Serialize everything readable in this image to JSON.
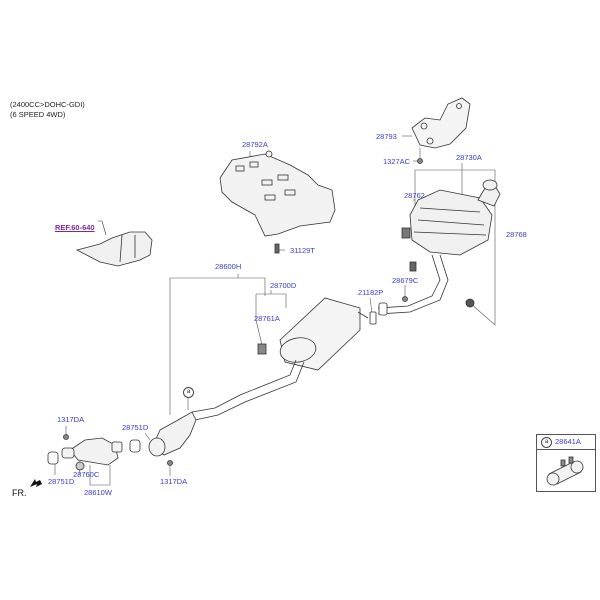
{
  "header": {
    "engine": "(2400CC>DOHC-GDI)",
    "transmission": "(6 SPEED 4WD)"
  },
  "reference": {
    "label": "REF.60-640"
  },
  "front_indicator": {
    "label": "FR."
  },
  "callout_marker": "a",
  "parts": [
    {
      "id": "28793",
      "name": "heat-protector-rear"
    },
    {
      "id": "1327AC",
      "name": "nut"
    },
    {
      "id": "28730A",
      "name": "rear-muffler-assy"
    },
    {
      "id": "28762",
      "name": "rear-muffler-hanger"
    },
    {
      "id": "28768",
      "name": "hanger-rubber"
    },
    {
      "id": "28792A",
      "name": "heat-protector-center"
    },
    {
      "id": "31129T",
      "name": "bolt"
    },
    {
      "id": "28600H",
      "name": "center-muffler-assy"
    },
    {
      "id": "28700D",
      "name": "center-muffler"
    },
    {
      "id": "28761A",
      "name": "hanger"
    },
    {
      "id": "21182P",
      "name": "gasket"
    },
    {
      "id": "28679C",
      "name": "bolt"
    },
    {
      "id": "1317DA",
      "name": "nut-upper"
    },
    {
      "id": "28751D",
      "name": "gasket-center"
    },
    {
      "id": "28751D",
      "name": "gasket-front"
    },
    {
      "id": "28760C",
      "name": "gasket-flex"
    },
    {
      "id": "28610W",
      "name": "front-pipe"
    },
    {
      "id": "1317DA",
      "name": "nut-lower"
    }
  ],
  "inset": {
    "marker": "a",
    "part": "28641A"
  }
}
